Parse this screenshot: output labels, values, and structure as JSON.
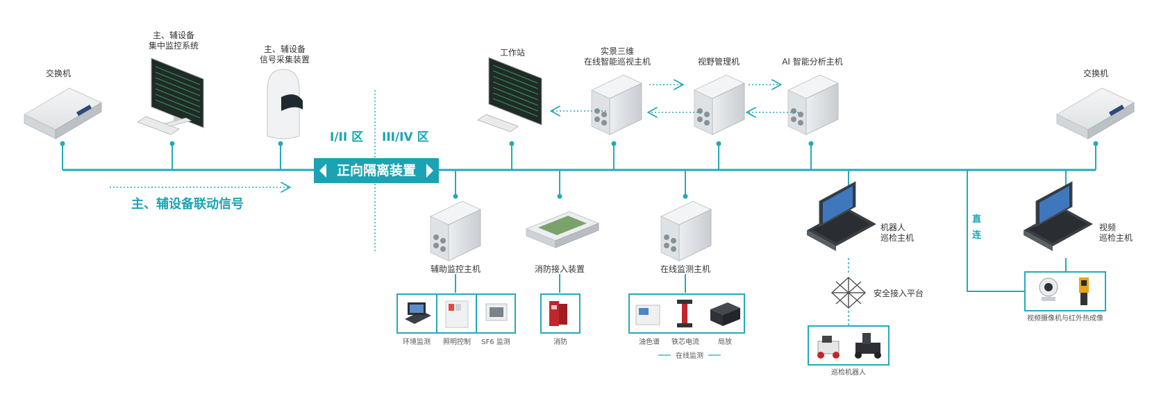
{
  "colors": {
    "accent": "#1aa3b3",
    "bus": "#23aab9",
    "text": "#333333",
    "device": "#e4e6e8"
  },
  "labels": {
    "switch_left": "交换机",
    "central_monitor_l1": "主、辅设备",
    "central_monitor_l2": "集中监控系统",
    "signal_collector_l1": "主、辅设备",
    "signal_collector_l2": "信号采集装置",
    "zone_left": "I/II 区",
    "zone_right": "III/IV 区",
    "isolation_device": "正向隔离装置",
    "linkage_signal": "主、辅设备联动信号",
    "workstation": "工作站",
    "live_3d_l1": "实景三维",
    "live_3d_l2": "在线智能巡视主机",
    "view_mgr": "视野管理机",
    "ai_host": "AI 智能分析主机",
    "switch_right": "交换机",
    "aux_host": "辅助监控主机",
    "fire_access": "消防接入装置",
    "online_host": "在线监测主机",
    "robot_host_l1": "机器人",
    "robot_host_l2": "巡检主机",
    "video_host_l1": "视频",
    "video_host_l2": "巡检主机",
    "direct_l1": "直",
    "direct_l2": "连",
    "secure_platform": "安全接入平台",
    "patrol_robot": "巡检机器人",
    "camera_thermal": "视频摄像机与红外热成像"
  },
  "aux_items": [
    "环境监测",
    "照明控制",
    "SF6 监测"
  ],
  "fire_items": [
    "消防"
  ],
  "online_items": [
    "油色谱",
    "铁芯电流",
    "局放"
  ],
  "online_group": "在线监测"
}
